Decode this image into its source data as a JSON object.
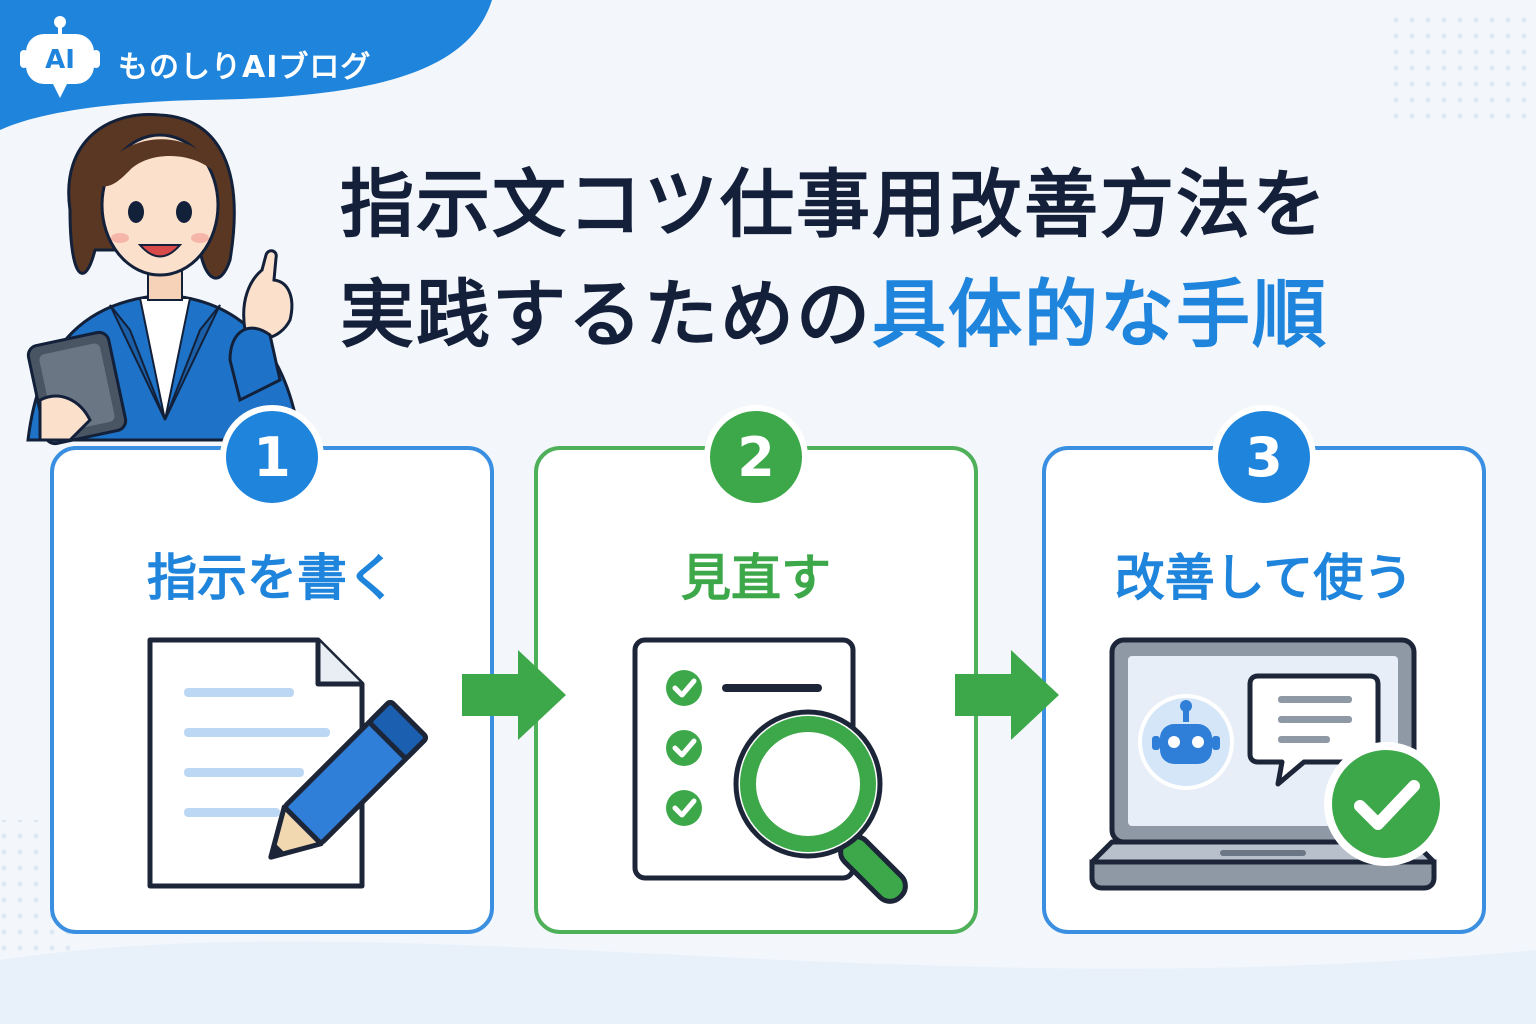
{
  "brand": {
    "logo_text": "AI",
    "name": "ものしりAIブログ"
  },
  "title": {
    "line1": "指示文コツ仕事用改善方法を",
    "line2_prefix": "実践するための",
    "line2_highlight": "具体的な手順"
  },
  "steps": [
    {
      "number": "1",
      "label": "指示を書く",
      "icon": "document-pencil-icon"
    },
    {
      "number": "2",
      "label": "見直す",
      "icon": "checklist-magnifier-icon"
    },
    {
      "number": "3",
      "label": "改善して使う",
      "icon": "laptop-ai-check-icon"
    }
  ],
  "colors": {
    "blue": "#1f84dc",
    "green": "#3da84a",
    "dark": "#14203a",
    "bg": "#f3f7fc"
  }
}
